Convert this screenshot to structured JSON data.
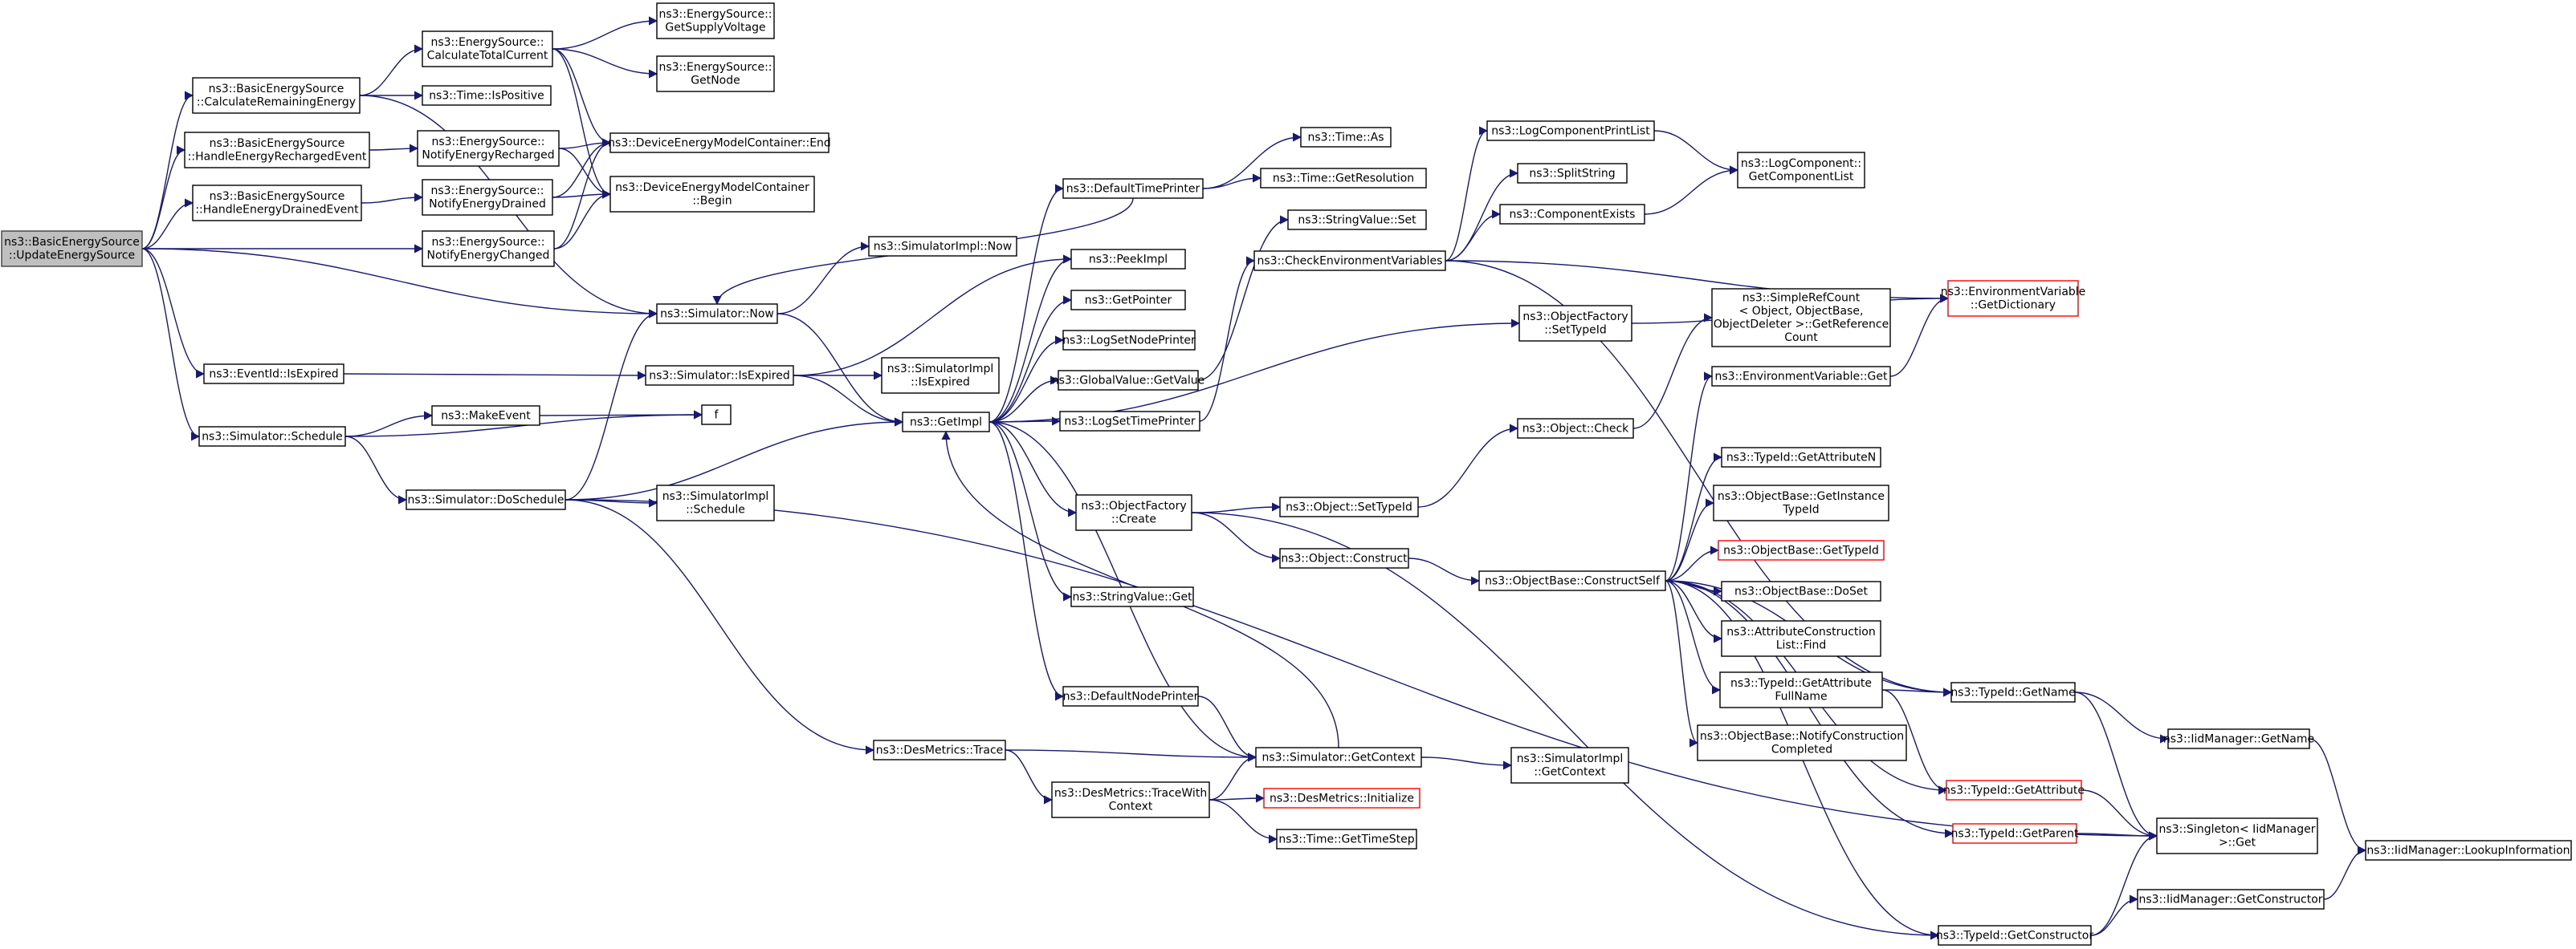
{
  "nodes": [
    {
      "id": "root",
      "lines": [
        "ns3::BasicEnergySource",
        "::UpdateEnergySource"
      ],
      "style": "root"
    },
    {
      "id": "calcRem",
      "lines": [
        "ns3::BasicEnergySource",
        "::CalculateRemainingEnergy"
      ]
    },
    {
      "id": "hRech",
      "lines": [
        "ns3::BasicEnergySource",
        "::HandleEnergyRechargedEvent"
      ]
    },
    {
      "id": "hDrain",
      "lines": [
        "ns3::BasicEnergySource",
        "::HandleEnergyDrainedEvent"
      ]
    },
    {
      "id": "eidExp",
      "lines": [
        "ns3::EventId::IsExpired"
      ]
    },
    {
      "id": "simSched",
      "lines": [
        "ns3::Simulator::Schedule"
      ]
    },
    {
      "id": "esCalc",
      "lines": [
        "ns3::EnergySource::",
        "CalculateTotalCurrent"
      ]
    },
    {
      "id": "timePos",
      "lines": [
        "ns3::Time::IsPositive"
      ]
    },
    {
      "id": "esRech",
      "lines": [
        "ns3::EnergySource::",
        "NotifyEnergyRecharged"
      ]
    },
    {
      "id": "esDrain",
      "lines": [
        "ns3::EnergySource::",
        "NotifyEnergyDrained"
      ]
    },
    {
      "id": "esChg",
      "lines": [
        "ns3::EnergySource::",
        "NotifyEnergyChanged"
      ]
    },
    {
      "id": "makeEv",
      "lines": [
        "ns3::MakeEvent"
      ]
    },
    {
      "id": "doSched",
      "lines": [
        "ns3::Simulator::DoSchedule"
      ]
    },
    {
      "id": "esSupply",
      "lines": [
        "ns3::EnergySource::",
        "GetSupplyVoltage"
      ]
    },
    {
      "id": "esNode",
      "lines": [
        "ns3::EnergySource::",
        "GetNode"
      ]
    },
    {
      "id": "demEnd",
      "lines": [
        "ns3::DeviceEnergyModelContainer::End"
      ]
    },
    {
      "id": "demBegin",
      "lines": [
        "ns3::DeviceEnergyModelContainer",
        "::Begin"
      ]
    },
    {
      "id": "simNow",
      "lines": [
        "ns3::Simulator::Now"
      ]
    },
    {
      "id": "simIsExp",
      "lines": [
        "ns3::Simulator::IsExpired"
      ]
    },
    {
      "id": "fNode",
      "lines": [
        "f"
      ]
    },
    {
      "id": "simImplSched",
      "lines": [
        "ns3::SimulatorImpl",
        "::Schedule"
      ]
    },
    {
      "id": "simImplNow",
      "lines": [
        "ns3::SimulatorImpl::Now"
      ]
    },
    {
      "id": "simImplIsExp",
      "lines": [
        "ns3::SimulatorImpl",
        "::IsExpired"
      ]
    },
    {
      "id": "getImpl",
      "lines": [
        "ns3::GetImpl"
      ]
    },
    {
      "id": "desTrace",
      "lines": [
        "ns3::DesMetrics::Trace"
      ]
    },
    {
      "id": "defTP",
      "lines": [
        "ns3::DefaultTimePrinter"
      ]
    },
    {
      "id": "peekImpl",
      "lines": [
        "ns3::PeekImpl"
      ]
    },
    {
      "id": "getPtr",
      "lines": [
        "ns3::GetPointer"
      ]
    },
    {
      "id": "logSetNP",
      "lines": [
        "ns3::LogSetNodePrinter"
      ]
    },
    {
      "id": "gvGet",
      "lines": [
        "ns3::GlobalValue::GetValue"
      ]
    },
    {
      "id": "logSetTP",
      "lines": [
        "ns3::LogSetTimePrinter"
      ]
    },
    {
      "id": "ofCreate",
      "lines": [
        "ns3::ObjectFactory",
        "::Create"
      ]
    },
    {
      "id": "svGet",
      "lines": [
        "ns3::StringValue::Get"
      ]
    },
    {
      "id": "defNP",
      "lines": [
        "ns3::DefaultNodePrinter"
      ]
    },
    {
      "id": "desTraceWith",
      "lines": [
        "ns3::DesMetrics::TraceWith",
        "Context"
      ]
    },
    {
      "id": "timeAs",
      "lines": [
        "ns3::Time::As"
      ]
    },
    {
      "id": "timeRes",
      "lines": [
        "ns3::Time::GetResolution"
      ]
    },
    {
      "id": "svSet",
      "lines": [
        "ns3::StringValue::Set"
      ]
    },
    {
      "id": "checkEnv",
      "lines": [
        "ns3::CheckEnvironmentVariables"
      ]
    },
    {
      "id": "objSetTid",
      "lines": [
        "ns3::Object::SetTypeId"
      ]
    },
    {
      "id": "objConstruct",
      "lines": [
        "ns3::Object::Construct"
      ]
    },
    {
      "id": "simGetCtx",
      "lines": [
        "ns3::Simulator::GetContext"
      ]
    },
    {
      "id": "desInit",
      "lines": [
        "ns3::DesMetrics::Initialize"
      ],
      "style": "red"
    },
    {
      "id": "timeStep",
      "lines": [
        "ns3::Time::GetTimeStep"
      ]
    },
    {
      "id": "lcpl",
      "lines": [
        "ns3::LogComponentPrintList"
      ]
    },
    {
      "id": "splitStr",
      "lines": [
        "ns3::SplitString"
      ]
    },
    {
      "id": "compExists",
      "lines": [
        "ns3::ComponentExists"
      ]
    },
    {
      "id": "ofSetTid",
      "lines": [
        "ns3::ObjectFactory",
        "::SetTypeId"
      ]
    },
    {
      "id": "objCheck",
      "lines": [
        "ns3::Object::Check"
      ]
    },
    {
      "id": "obConstructSelf",
      "lines": [
        "ns3::ObjectBase::ConstructSelf"
      ]
    },
    {
      "id": "simImplGetCtx",
      "lines": [
        "ns3::SimulatorImpl",
        "::GetContext"
      ]
    },
    {
      "id": "lcGetList",
      "lines": [
        "ns3::LogComponent::",
        "GetComponentList"
      ]
    },
    {
      "id": "simpleRef",
      "lines": [
        "ns3::SimpleRefCount",
        "< Object, ObjectBase,",
        " ObjectDeleter >::GetReference",
        "Count"
      ]
    },
    {
      "id": "envGet",
      "lines": [
        "ns3::EnvironmentVariable::Get"
      ]
    },
    {
      "id": "tidGetAttrN",
      "lines": [
        "ns3::TypeId::GetAttributeN"
      ]
    },
    {
      "id": "obGetInstTid",
      "lines": [
        "ns3::ObjectBase::GetInstance",
        "TypeId"
      ]
    },
    {
      "id": "obGetTid",
      "lines": [
        "ns3::ObjectBase::GetTypeId"
      ],
      "style": "red"
    },
    {
      "id": "obDoSet",
      "lines": [
        "ns3::ObjectBase::DoSet"
      ]
    },
    {
      "id": "acFind",
      "lines": [
        "ns3::AttributeConstruction",
        "List::Find"
      ]
    },
    {
      "id": "tidGetAttrFull",
      "lines": [
        "ns3::TypeId::GetAttribute",
        "FullName"
      ]
    },
    {
      "id": "obNotify",
      "lines": [
        "ns3::ObjectBase::NotifyConstruction",
        "Completed"
      ]
    },
    {
      "id": "envDict",
      "lines": [
        "ns3::EnvironmentVariable",
        "::GetDictionary"
      ],
      "style": "red"
    },
    {
      "id": "tidGetName",
      "lines": [
        "ns3::TypeId::GetName"
      ]
    },
    {
      "id": "tidGetAttr",
      "lines": [
        "ns3::TypeId::GetAttribute"
      ],
      "style": "red"
    },
    {
      "id": "tidGetParent",
      "lines": [
        "ns3::TypeId::GetParent"
      ],
      "style": "red"
    },
    {
      "id": "tidGetCtor",
      "lines": [
        "ns3::TypeId::GetConstructor"
      ]
    },
    {
      "id": "iidGetName",
      "lines": [
        "ns3::IidManager::GetName"
      ]
    },
    {
      "id": "singleton",
      "lines": [
        "ns3::Singleton< IidManager",
        " >::Get"
      ]
    },
    {
      "id": "iidGetCtor",
      "lines": [
        "ns3::IidManager::GetConstructor"
      ]
    },
    {
      "id": "iidLookup",
      "lines": [
        "ns3::IidManager::LookupInformation"
      ]
    }
  ],
  "edges": [
    [
      "root",
      "calcRem"
    ],
    [
      "root",
      "hRech"
    ],
    [
      "root",
      "hDrain"
    ],
    [
      "root",
      "esChg"
    ],
    [
      "root",
      "simNow"
    ],
    [
      "root",
      "eidExp"
    ],
    [
      "root",
      "simSched"
    ],
    [
      "calcRem",
      "esCalc"
    ],
    [
      "calcRem",
      "timePos"
    ],
    [
      "calcRem",
      "simNow"
    ],
    [
      "hRech",
      "esRech"
    ],
    [
      "hDrain",
      "esDrain"
    ],
    [
      "esCalc",
      "esSupply"
    ],
    [
      "esCalc",
      "esNode"
    ],
    [
      "esCalc",
      "demEnd"
    ],
    [
      "esCalc",
      "demBegin"
    ],
    [
      "esRech",
      "demEnd"
    ],
    [
      "esRech",
      "demBegin"
    ],
    [
      "esDrain",
      "demEnd"
    ],
    [
      "esDrain",
      "demBegin"
    ],
    [
      "esChg",
      "demEnd"
    ],
    [
      "esChg",
      "demBegin"
    ],
    [
      "eidExp",
      "simIsExp"
    ],
    [
      "simSched",
      "makeEv"
    ],
    [
      "simSched",
      "fNode"
    ],
    [
      "simSched",
      "doSched"
    ],
    [
      "makeEv",
      "fNode"
    ],
    [
      "doSched",
      "simNow"
    ],
    [
      "doSched",
      "simImplSched"
    ],
    [
      "doSched",
      "getImpl"
    ],
    [
      "doSched",
      "desTrace"
    ],
    [
      "doSched",
      "singleton"
    ],
    [
      "simNow",
      "simImplNow"
    ],
    [
      "simNow",
      "getImpl"
    ],
    [
      "simIsExp",
      "simImplIsExp"
    ],
    [
      "simIsExp",
      "getImpl"
    ],
    [
      "simIsExp",
      "peekImpl"
    ],
    [
      "getImpl",
      "defTP"
    ],
    [
      "getImpl",
      "peekImpl"
    ],
    [
      "getImpl",
      "getPtr"
    ],
    [
      "getImpl",
      "logSetNP"
    ],
    [
      "getImpl",
      "gvGet"
    ],
    [
      "getImpl",
      "logSetTP"
    ],
    [
      "getImpl",
      "ofSetTid"
    ],
    [
      "getImpl",
      "ofCreate"
    ],
    [
      "getImpl",
      "svGet"
    ],
    [
      "getImpl",
      "defNP"
    ],
    [
      "getImpl",
      "simGetCtx"
    ],
    [
      "defTP",
      "timeAs"
    ],
    [
      "defTP",
      "timeRes"
    ],
    [
      "defTP",
      "simNow"
    ],
    [
      "gvGet",
      "svSet"
    ],
    [
      "logSetTP",
      "checkEnv"
    ],
    [
      "checkEnv",
      "lcpl"
    ],
    [
      "checkEnv",
      "splitStr"
    ],
    [
      "checkEnv",
      "compExists"
    ],
    [
      "checkEnv",
      "envDict"
    ],
    [
      "checkEnv",
      "tidGetName"
    ],
    [
      "lcpl",
      "lcGetList"
    ],
    [
      "compExists",
      "lcGetList"
    ],
    [
      "ofSetTid",
      "envDict"
    ],
    [
      "ofCreate",
      "objSetTid"
    ],
    [
      "ofCreate",
      "objConstruct"
    ],
    [
      "ofCreate",
      "tidGetCtor"
    ],
    [
      "objSetTid",
      "objCheck"
    ],
    [
      "objCheck",
      "simpleRef"
    ],
    [
      "objConstruct",
      "obConstructSelf"
    ],
    [
      "obConstructSelf",
      "envGet"
    ],
    [
      "obConstructSelf",
      "tidGetAttrN"
    ],
    [
      "obConstructSelf",
      "obGetInstTid"
    ],
    [
      "obConstructSelf",
      "obGetTid"
    ],
    [
      "obConstructSelf",
      "obDoSet"
    ],
    [
      "obConstructSelf",
      "acFind"
    ],
    [
      "obConstructSelf",
      "tidGetAttrFull"
    ],
    [
      "obConstructSelf",
      "obNotify"
    ],
    [
      "obConstructSelf",
      "tidGetAttr"
    ],
    [
      "obConstructSelf",
      "tidGetParent"
    ],
    [
      "obConstructSelf",
      "tidGetName"
    ],
    [
      "obConstructSelf",
      "tidGetCtor"
    ],
    [
      "envGet",
      "envDict"
    ],
    [
      "tidGetAttrFull",
      "tidGetName"
    ],
    [
      "tidGetAttrFull",
      "tidGetAttr"
    ],
    [
      "tidGetName",
      "iidGetName"
    ],
    [
      "tidGetName",
      "singleton"
    ],
    [
      "iidGetName",
      "iidLookup"
    ],
    [
      "tidGetAttr",
      "singleton"
    ],
    [
      "tidGetParent",
      "singleton"
    ],
    [
      "tidGetCtor",
      "singleton"
    ],
    [
      "tidGetCtor",
      "iidGetCtor"
    ],
    [
      "iidGetCtor",
      "iidLookup"
    ],
    [
      "desTrace",
      "desTraceWith"
    ],
    [
      "desTrace",
      "simGetCtx"
    ],
    [
      "desTraceWith",
      "simGetCtx"
    ],
    [
      "desTraceWith",
      "desInit"
    ],
    [
      "desTraceWith",
      "timeStep"
    ],
    [
      "defNP",
      "simGetCtx"
    ],
    [
      "simGetCtx",
      "simImplGetCtx"
    ],
    [
      "simGetCtx",
      "getImpl"
    ]
  ]
}
